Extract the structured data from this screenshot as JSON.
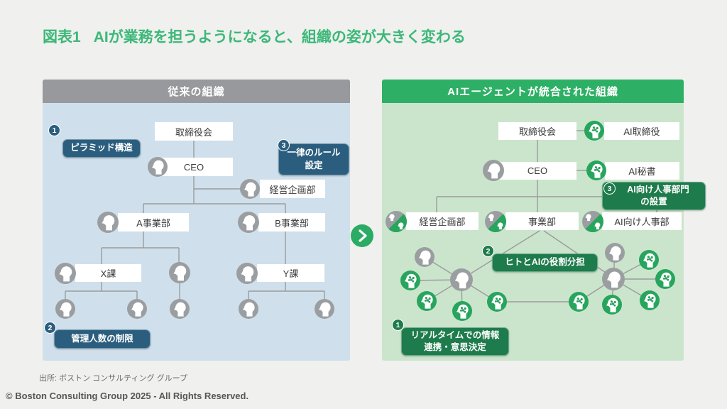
{
  "title": {
    "figure_label": "図表1",
    "text": "AIが業務を担うようになると、組織の姿が大きく変わる"
  },
  "left_panel": {
    "header": "従来の組織",
    "nodes": {
      "board": "取締役会",
      "ceo": "CEO",
      "planning": "経営企画部",
      "division_a": "A事業部",
      "division_b": "B事業部",
      "section_x": "X課",
      "section_y": "Y課"
    },
    "callouts": {
      "pyramid": {
        "num": "1",
        "label": "ピラミッド構造"
      },
      "span_limit": {
        "num": "2",
        "label": "管理人数の制限"
      },
      "uniform_rules": {
        "num": "3",
        "line1": "一律のルール",
        "line2": "設定"
      }
    }
  },
  "right_panel": {
    "header": "AIエージェントが統合された組織",
    "nodes": {
      "board": "取締役会",
      "ai_director": "AI取締役",
      "ceo": "CEO",
      "ai_secretary": "AI秘書",
      "planning": "経営企画部",
      "division": "事業部",
      "ai_hr": "AI向け人事部"
    },
    "callouts": {
      "realtime": {
        "num": "1",
        "line1": "リアルタイムでの情報",
        "line2": "連携・意思決定"
      },
      "role_split": {
        "num": "2",
        "label": "ヒトとAIの役割分担"
      },
      "ai_hr_dept": {
        "num": "3",
        "line1": "AI向け人事部門",
        "line2": "の設置"
      }
    }
  },
  "source": "出所: ボストン コンサルティング グループ",
  "footer": "© Boston Consulting Group 2025 - All Rights Reserved.",
  "colors": {
    "accent_green": "#3cb878",
    "header_green": "#2db065",
    "panel_green": "#cbe5cd",
    "dark_green": "#1e7b4b",
    "node_green": "#27a55d",
    "header_gray": "#97999c",
    "panel_blue": "#cfe0ec",
    "dark_blue": "#2b5e7e",
    "person_gray": "#9b9ea1",
    "line_gray": "#9b9b9b"
  }
}
